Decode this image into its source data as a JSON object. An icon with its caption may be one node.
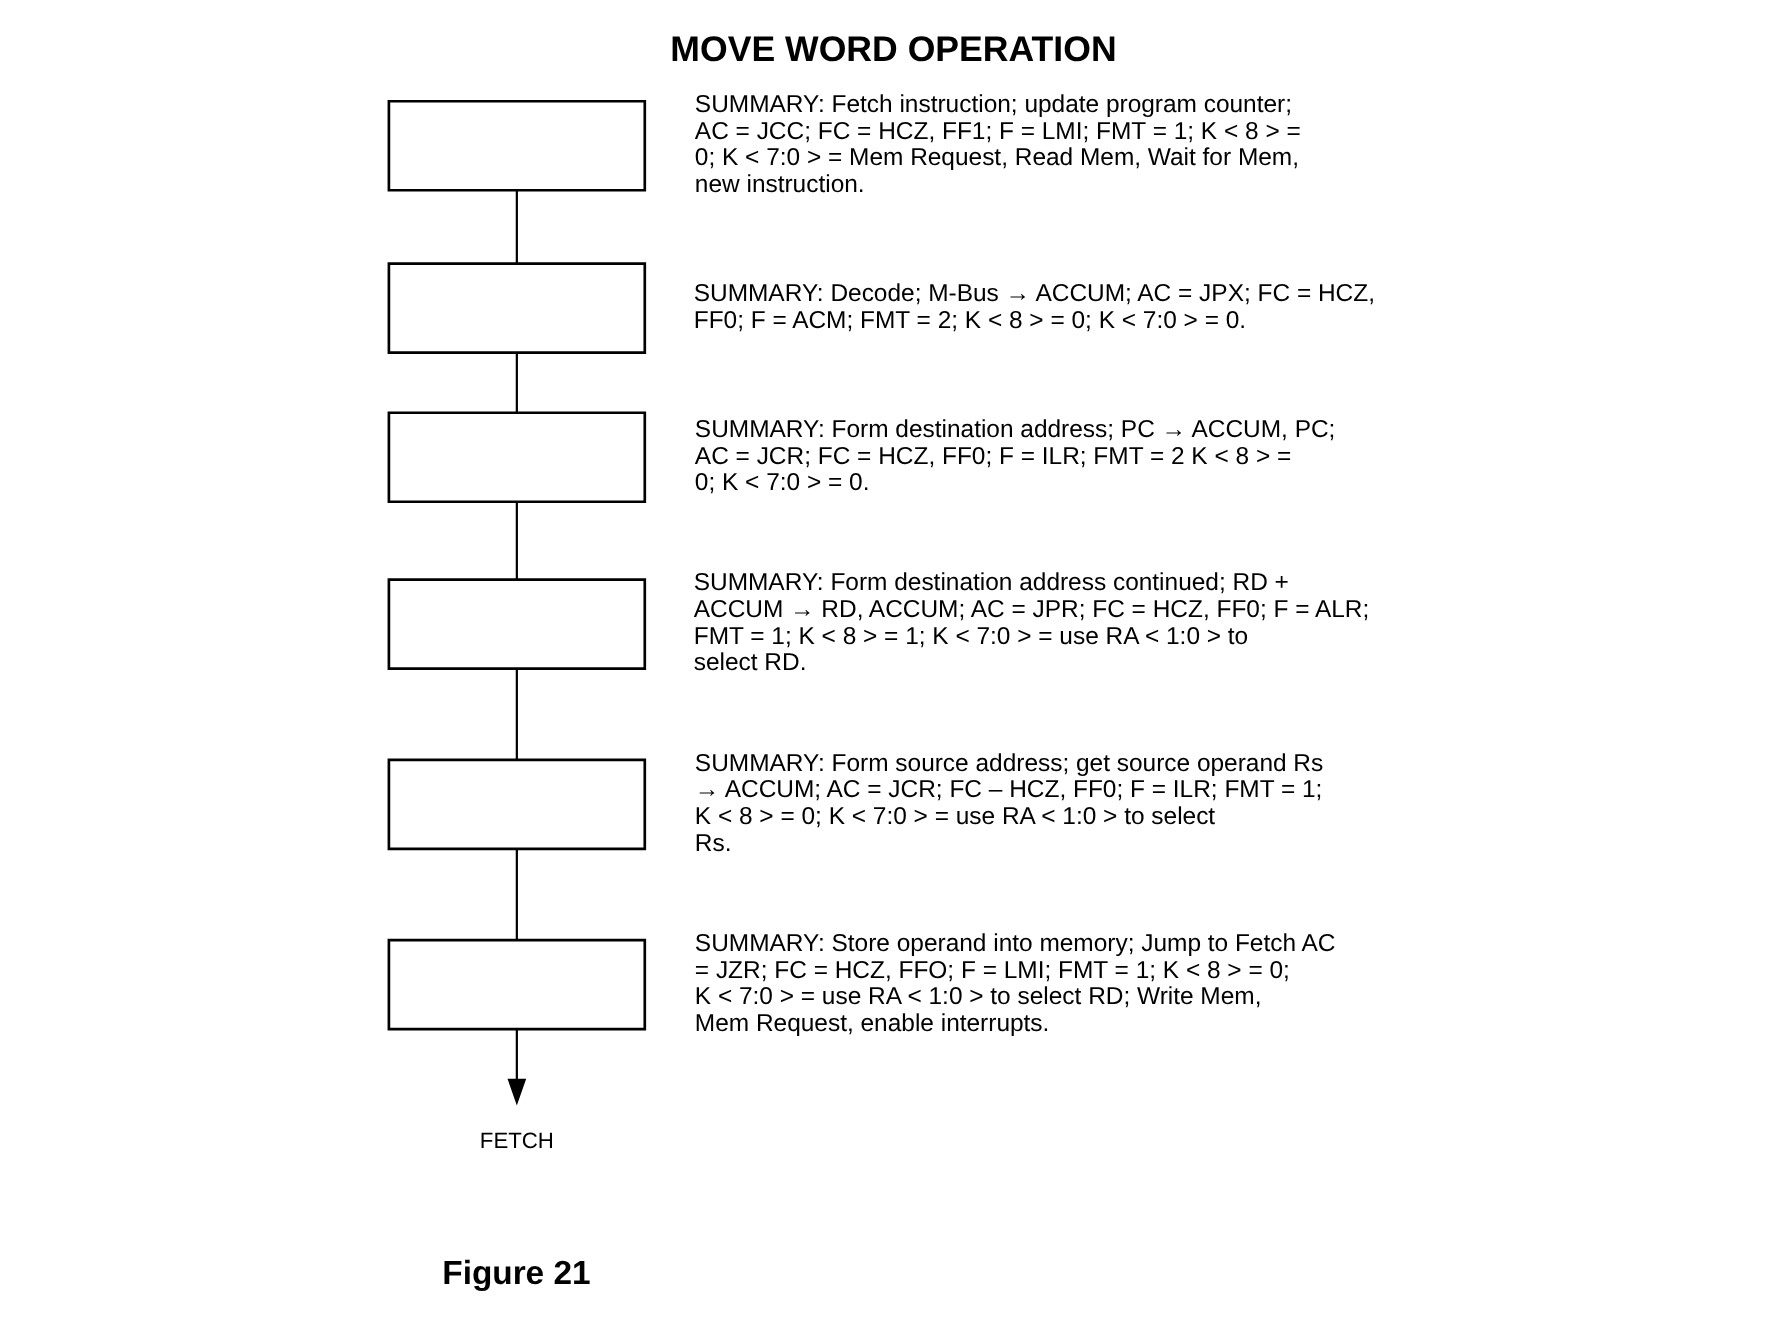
{
  "diagram": {
    "title": "MOVE WORD OPERATION",
    "caption": "Figure 21",
    "nodes": [
      {
        "text": [],
        "shape": "box",
        "beside": [
          "SUMMARY: Fetch instruction; update program counter; AC = JCC; FC = HCZ, FF1; F = LMI; FMT = 1; K < 8 > = 0; K < 7:0 > = Mem Request, Read Mem, Wait for Mem, new instruction."
        ]
      },
      {
        "text": [],
        "shape": "box",
        "beside": [
          "SUMMARY: Decode; M-Bus → ACCUM; AC = JPX; FC = HCZ, FF0; F = ACM; FMT = 2; K < 8 > = 0; K < 7:0 > = 0."
        ]
      },
      {
        "text": [],
        "shape": "box",
        "beside": [
          "SUMMARY: Form destination address; PC → ACCUM, PC; AC = JCR; FC = HCZ, FF0; F = ILR; FMT = 2 K < 8 > = 0; K < 7:0 > = 0."
        ]
      },
      {
        "text": [],
        "shape": "box",
        "beside": [
          "SUMMARY: Form destination address continued; RD + ACCUM → RD, ACCUM; AC = JPR; FC = HCZ, FF0; F = ALR; FMT = 1; K < 8 > = 1; K < 7:0 > = use RA < 1:0 > to select RD."
        ]
      },
      {
        "text": [],
        "shape": "box",
        "beside": [
          "SUMMARY: Form source address; get source operand Rs → ACCUM; AC = JCR; FC – HCZ, FF0; F = ILR; FMT = 1; K < 8 > = 0; K < 7:0 > = use RA < 1:0 > to select Rs."
        ]
      },
      {
        "text": [],
        "shape": "box",
        "beside": [
          "SUMMARY: Store operand into memory; Jump to Fetch AC = JZR; FC = HCZ, FFO; F = LMI; FMT = 1; K < 8 > = 0; K < 7:0 > = use RA < 1:0 > to select RD; Write Mem, Mem Request, enable interrupts."
        ]
      },
      {
        "text": [
          "FETCH"
        ]
      }
    ],
    "edges": [
      {
        "from": 0,
        "to": 1,
        "arrow": "none"
      },
      {
        "from": 1,
        "to": 2,
        "arrow": "none"
      },
      {
        "from": 2,
        "to": 3,
        "arrow": "none"
      },
      {
        "from": 3,
        "to": 4,
        "arrow": "none"
      },
      {
        "from": 4,
        "to": 5,
        "arrow": "none"
      },
      {
        "from": 5,
        "to": 6,
        "arrow": "to"
      }
    ]
  }
}
